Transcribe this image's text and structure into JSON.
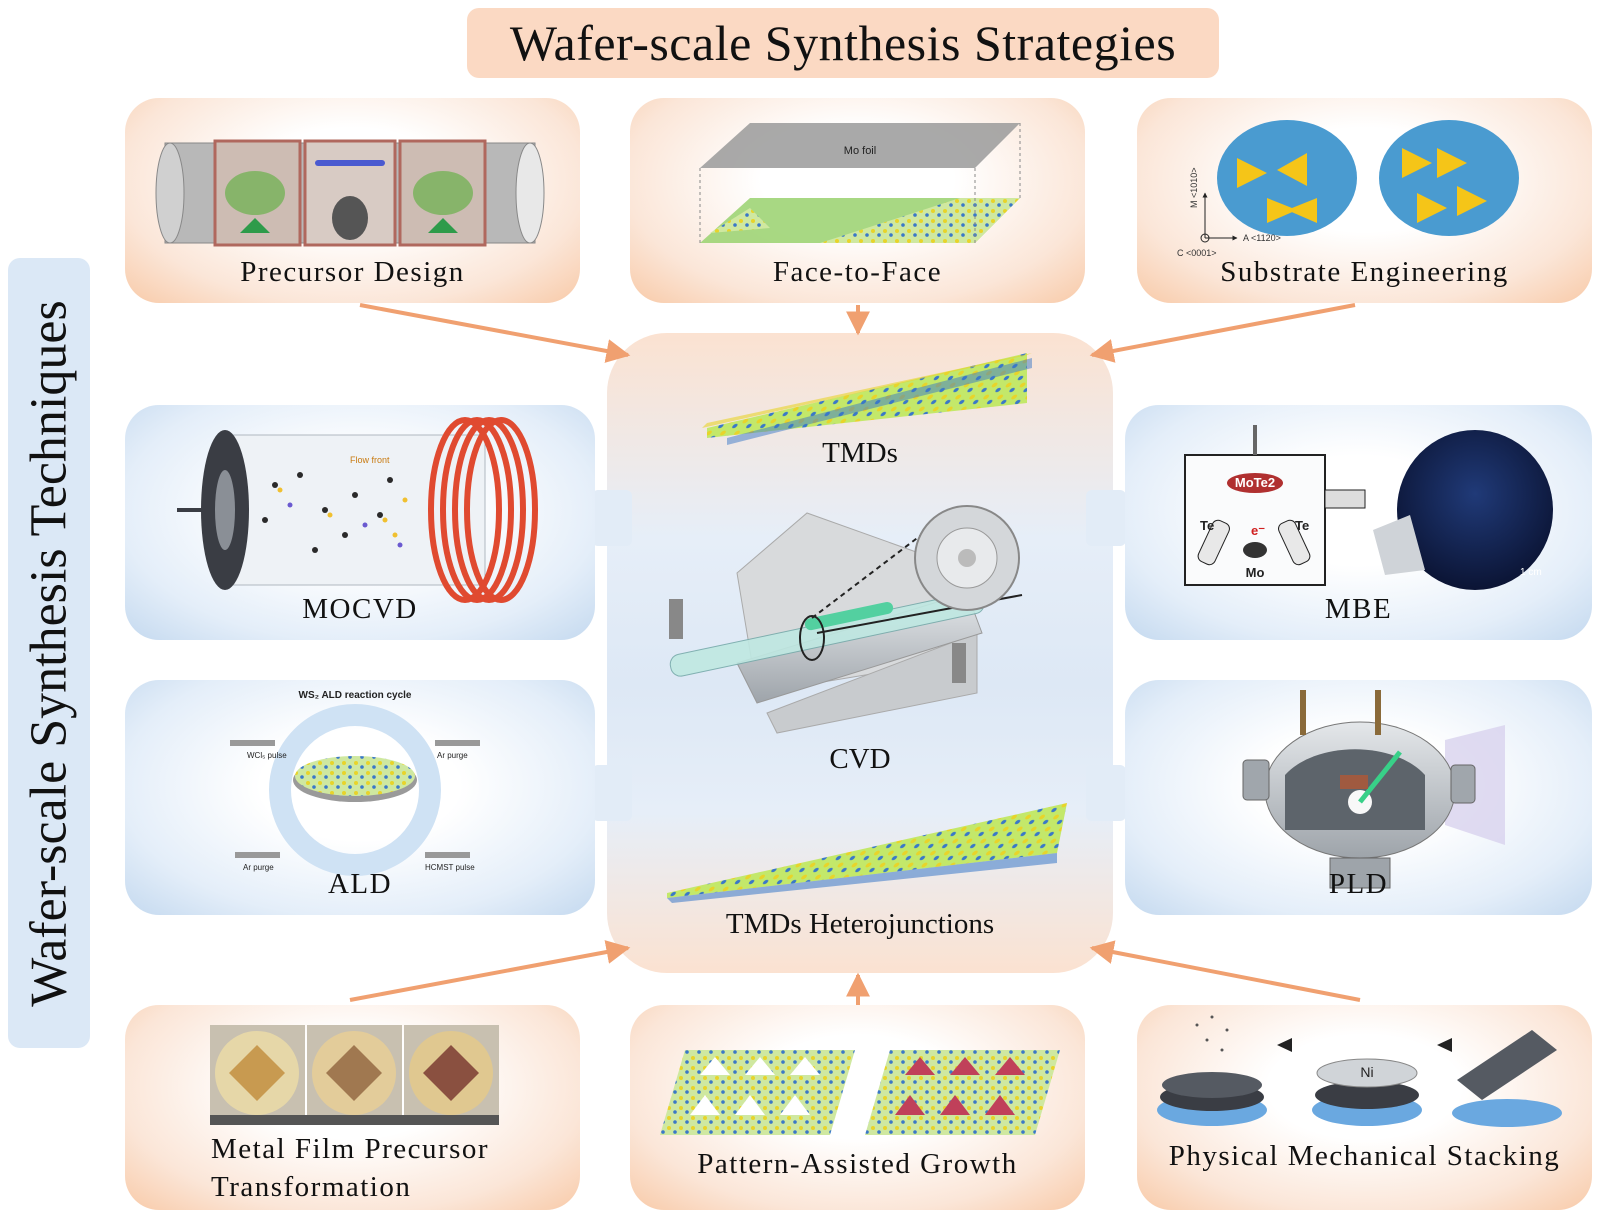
{
  "title": "Wafer-scale Synthesis Strategies",
  "side_title": "Wafer-scale Synthesis Techniques",
  "strategies_top": {
    "precursor_design": "Precursor Design",
    "face_to_face": "Face-to-Face",
    "face_to_face_foil": "Mo foil",
    "substrate_engineering": "Substrate Engineering",
    "substrate_axis_m": "M <1010>",
    "substrate_axis_a": "A <1120>",
    "substrate_axis_c": "C <0001>"
  },
  "techniques": {
    "mocvd": "MOCVD",
    "mocvd_flow": "Flow front",
    "mbe": "MBE",
    "mbe_source": "MoTe2",
    "mbe_te_left": "Te",
    "mbe_te_right": "Te",
    "mbe_e": "e⁻",
    "mbe_mo": "Mo",
    "mbe_scale": "1 cm",
    "ald": "ALD",
    "ald_cycle": "WS₂ ALD reaction cycle",
    "ald_step_1": "WCl₅ pulse",
    "ald_step_2": "Ar purge",
    "ald_step_3": "HCMST pulse",
    "ald_step_4": "Ar purge",
    "pld": "PLD"
  },
  "center": {
    "tmds": "TMDs",
    "cvd": "CVD",
    "heterojunctions": "TMDs Heterojunctions"
  },
  "strategies_bottom": {
    "metal_film_line1": "Metal Film Precursor",
    "metal_film_line2": "Transformation",
    "pattern_assisted": "Pattern-Assisted Growth",
    "physical_stacking": "Physical Mechanical Stacking",
    "stacking_ni": "Ni"
  },
  "colors": {
    "orange_accent": "#f0a070",
    "blue_panel": "#c4d9ef",
    "title_fill": "#fbd9c3",
    "lattice_green": "#9ad53c",
    "lattice_blue": "#3a78c8"
  }
}
